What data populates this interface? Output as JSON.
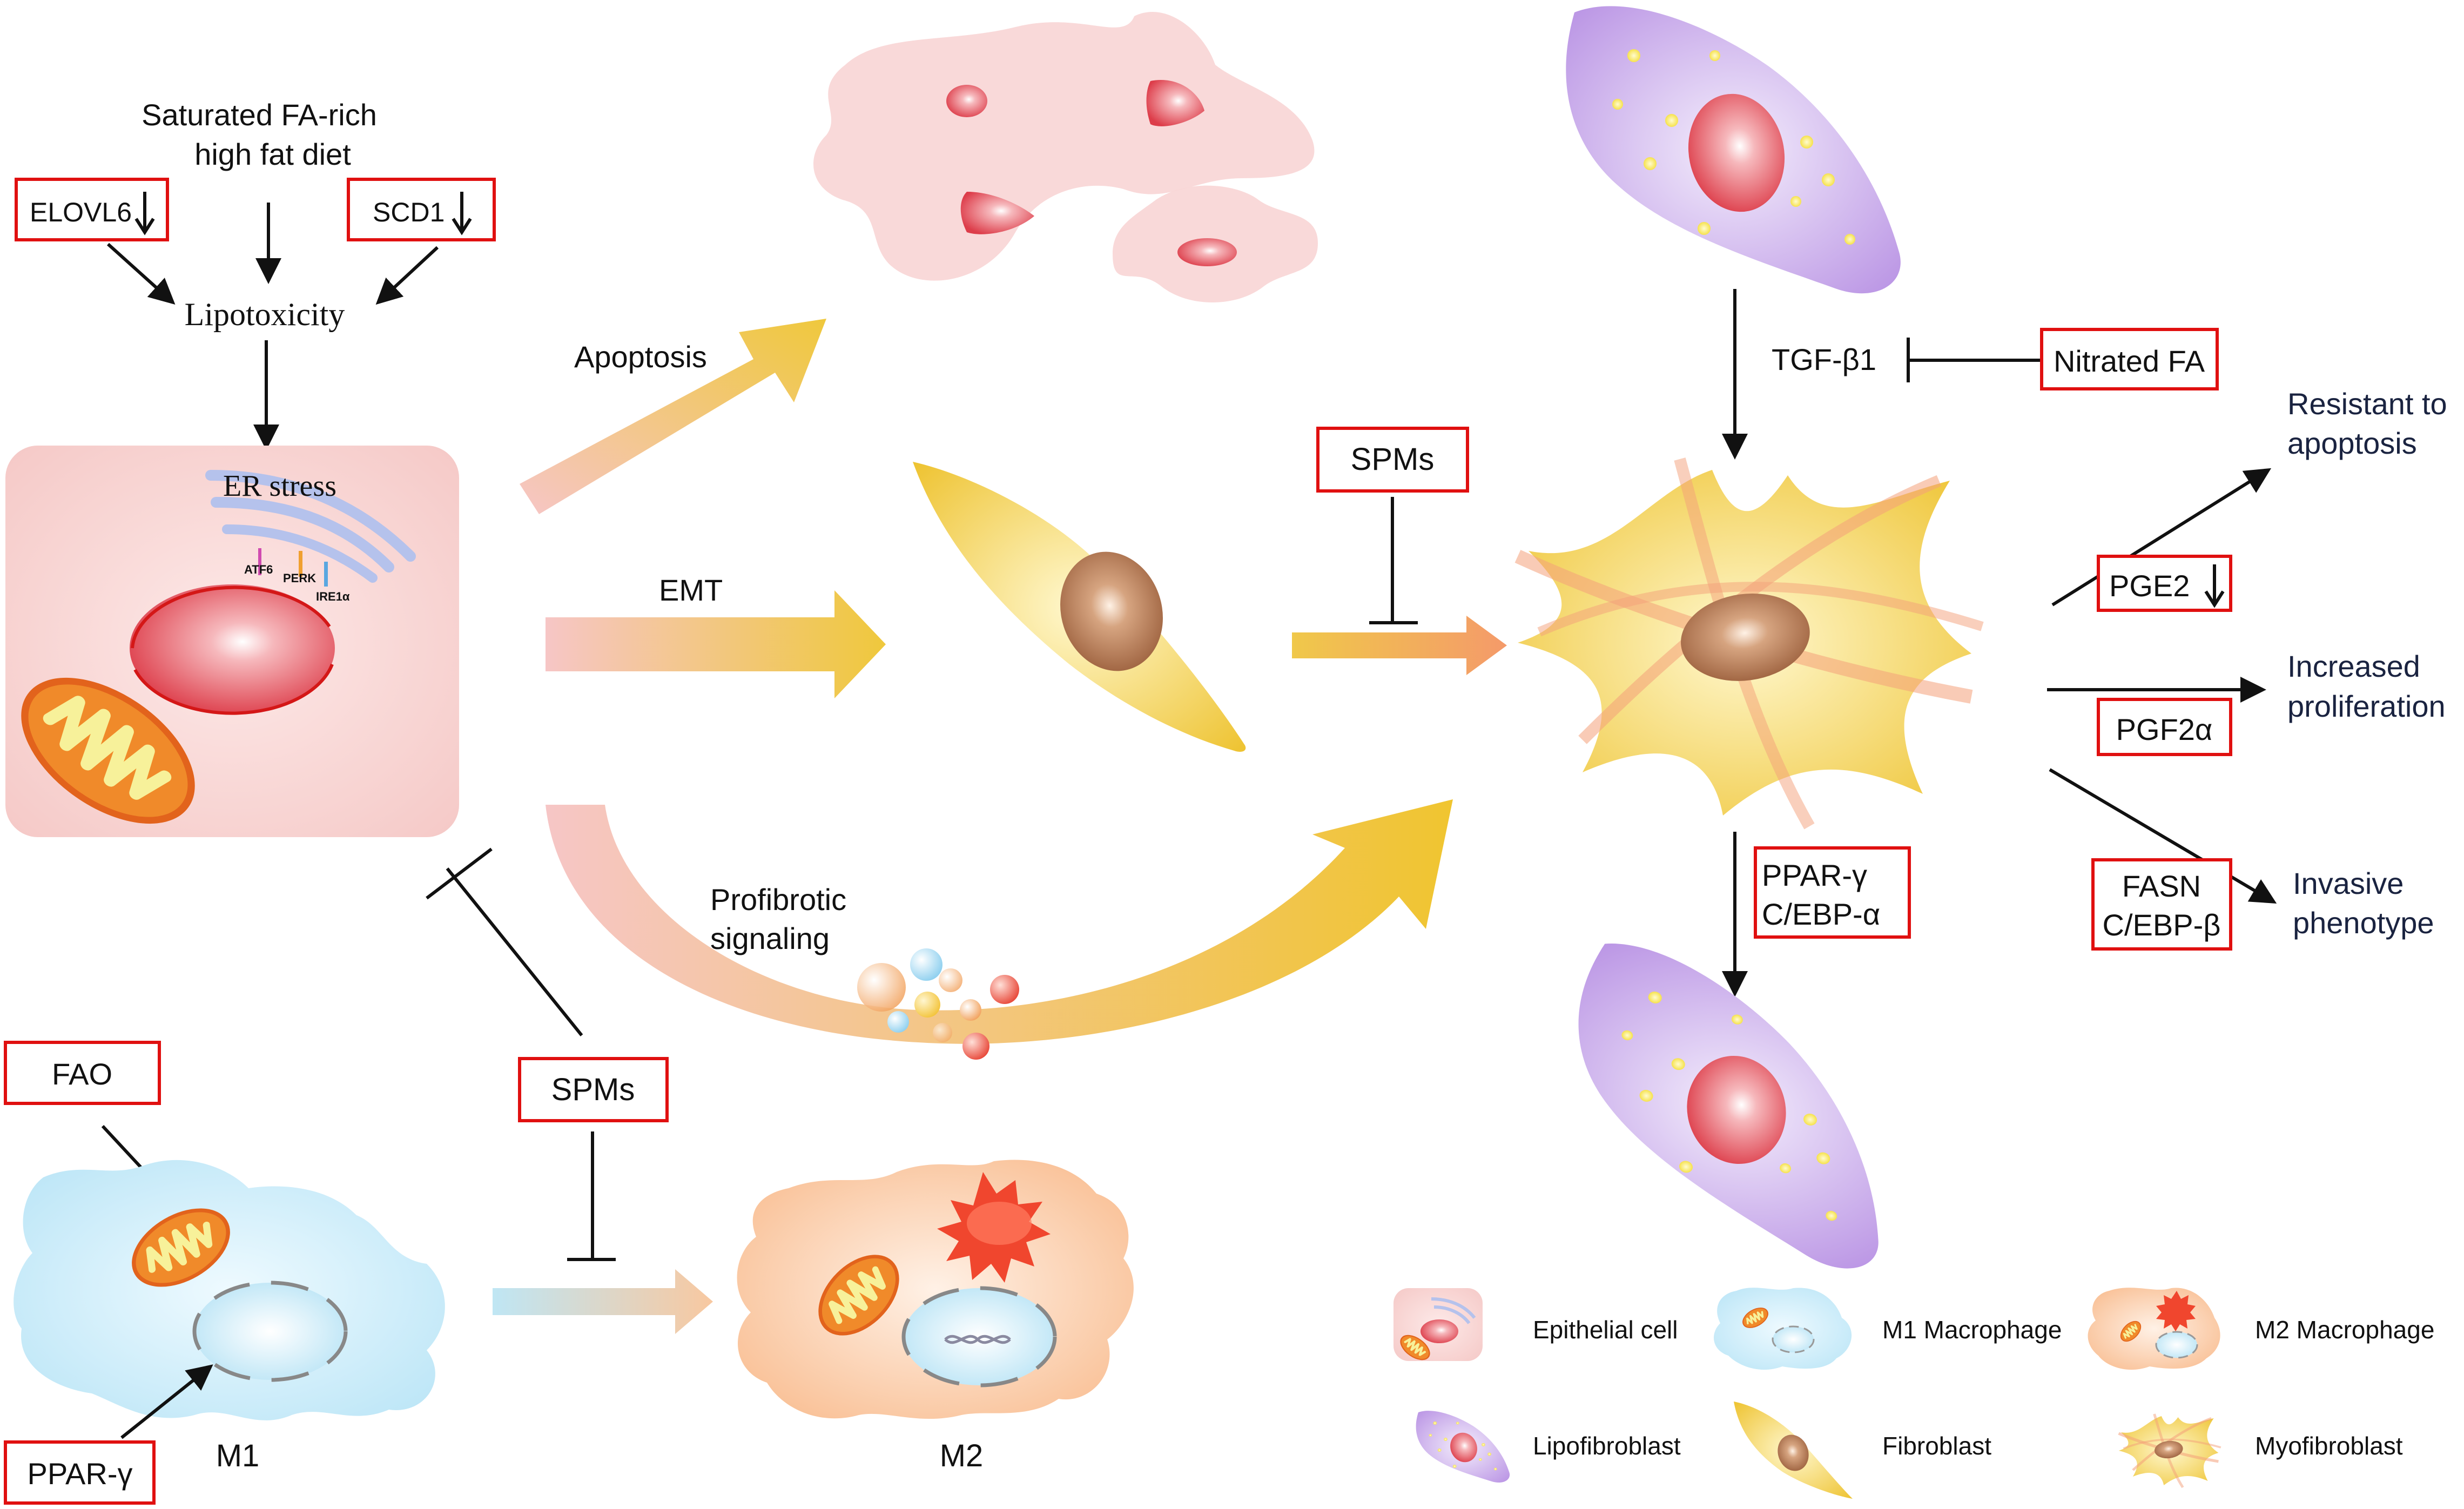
{
  "colors": {
    "box_border": "#e01010",
    "epithelial": "#f7d0cf",
    "lipofibroblast": "#c8a8ea",
    "fibroblast": "#f0cf40",
    "myofibroblast": "#f6d23c",
    "m1_macrophage": "#cdeefa",
    "m2_macrophage": "#fbc9a4",
    "nucleus_red": "#e24a55",
    "nucleus_brown": "#a56b47",
    "text_navy": "#1a2340"
  },
  "top_left": {
    "diet_line1": "Saturated FA-rich",
    "diet_line2": "high fat diet",
    "elovl6": "ELOVL6",
    "scd1": "SCD1",
    "lipotoxicity": "Lipotoxicity"
  },
  "epithelial": {
    "er_stress": "ER stress",
    "atf6": "ATF6",
    "perk": "PERK",
    "ire1a": "IRE1α"
  },
  "arrows": {
    "apoptosis": "Apoptosis",
    "emt": "EMT",
    "profibrotic_line1": "Profibrotic",
    "profibrotic_line2": "signaling"
  },
  "center_right": {
    "spms_top": "SPMs",
    "tgf": "TGF-β1",
    "nitrated_fa": "Nitrated FA",
    "pge2": "PGE2",
    "pgf2a": "PGF2α",
    "fasn": "FASN",
    "cebp_beta": "C/EBP-β",
    "ppar_gamma_right": "PPAR-γ",
    "cebp_alpha": "C/EBP-α"
  },
  "outcomes": {
    "resistant_line1": "Resistant to",
    "resistant_line2": "apoptosis",
    "proliferation_line1": "Increased",
    "proliferation_line2": "proliferation",
    "invasive_line1": "Invasive",
    "invasive_line2": "phenotype"
  },
  "bottom": {
    "fao": "FAO",
    "ppar_gamma": "PPAR-γ",
    "spms": "SPMs",
    "m1": "M1",
    "m2": "M2"
  },
  "legend": {
    "epithelial": "Epithelial cell",
    "m1": "M1 Macrophage",
    "m2": "M2 Macrophage",
    "lipofibroblast": "Lipofibroblast",
    "fibroblast": "Fibroblast",
    "myofibroblast": "Myofibroblast"
  }
}
